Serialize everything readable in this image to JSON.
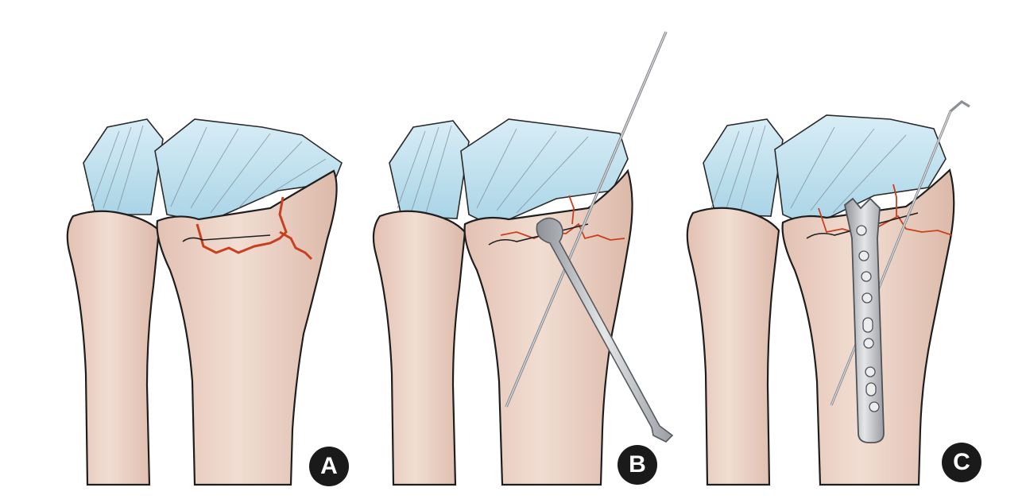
{
  "panels": [
    {
      "label": "A"
    },
    {
      "label": "B"
    },
    {
      "label": "C"
    }
  ],
  "colors": {
    "bone": "#ecd3c6",
    "bone_shadow": "#d9b6a7",
    "outline": "#1e1e1e",
    "ligament": "#bfe0ee",
    "fracture": "#c8401f",
    "hardware": "#b9bcc0"
  }
}
